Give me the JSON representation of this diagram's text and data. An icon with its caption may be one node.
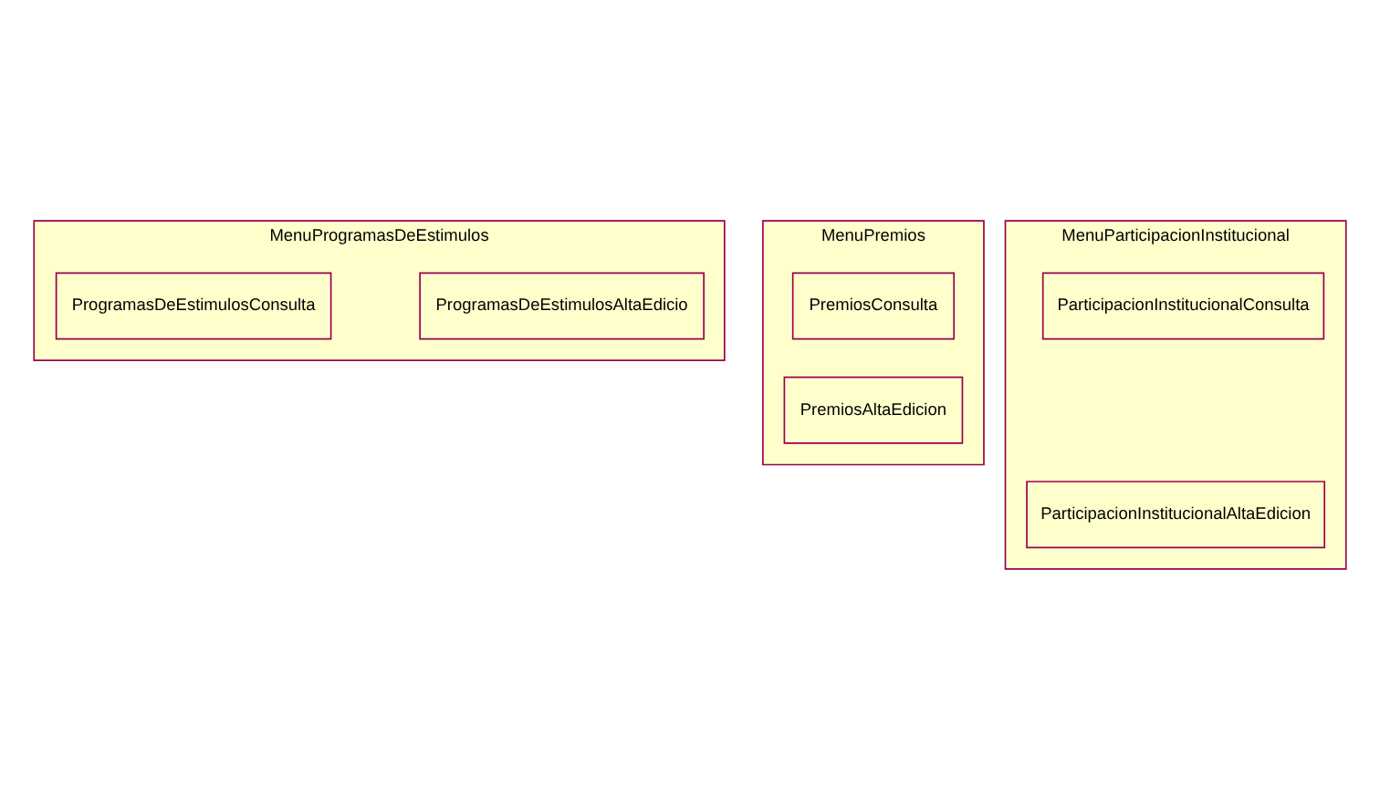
{
  "diagram": {
    "nodes": [
      {
        "text": [
          "MenuProgramasDeEstimulos"
        ]
      },
      {
        "text": [
          "ProgramasDeEstimulosAltaEdicio"
        ],
        "in": 0
      },
      {
        "text": [
          "ProgramasDeEstimulosConsulta"
        ],
        "in": 0
      },
      {
        "text": [
          "MenuPremios"
        ]
      },
      {
        "text": [
          "PremiosAltaEdicion"
        ],
        "in": 3
      },
      {
        "text": [
          "PremiosConsulta"
        ],
        "in": 3
      },
      {
        "text": [
          "MenuParticipacionInstitucional"
        ]
      },
      {
        "text": [
          "ParticipacionInstitucionalAltaEdicion"
        ],
        "in": 6
      },
      {
        "text": [
          "ParticipacionInstitucionalConsulta"
        ],
        "in": 6
      }
    ],
    "edges": []
  }
}
